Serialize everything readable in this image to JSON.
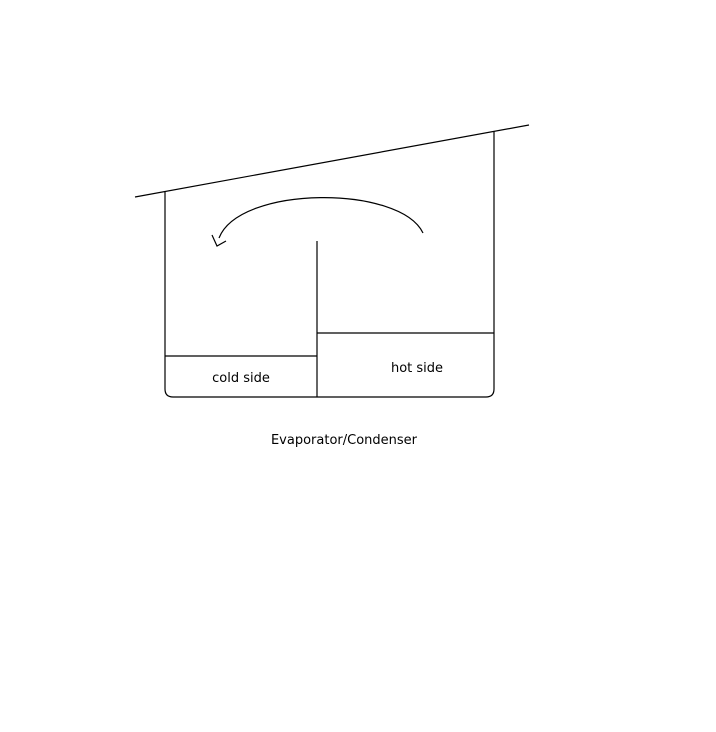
{
  "diagram": {
    "labels": {
      "cold_side": "cold side",
      "hot_side": "hot side",
      "caption": "Evaporator/Condenser"
    },
    "colors": {
      "stroke": "#000000",
      "background": "#ffffff",
      "text": "#000000"
    },
    "icons": {
      "flow_arrow": "curved-arrow-left-icon"
    }
  }
}
